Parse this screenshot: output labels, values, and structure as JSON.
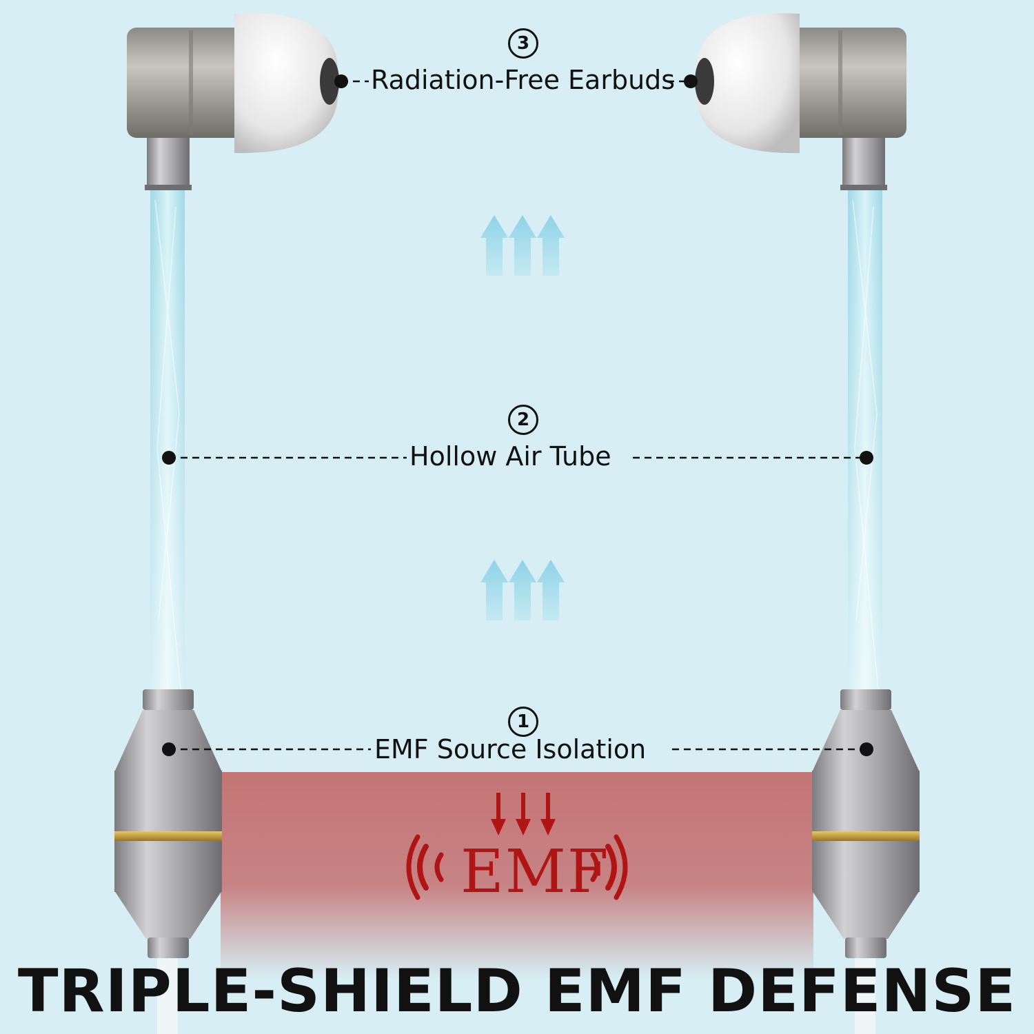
{
  "callouts": {
    "earbuds": {
      "number": "3",
      "label": "Radiation-Free Earbuds"
    },
    "tube": {
      "number": "2",
      "label": "Hollow Air Tube"
    },
    "isolation": {
      "number": "1",
      "label": "EMF Source Isolation"
    }
  },
  "emf_badge": {
    "text": "EMF"
  },
  "headline": "TRIPLE-SHIELD EMF DEFENSE",
  "colors": {
    "background": "#d6eef4",
    "tube": "#b9e3ee",
    "emf_zone": "#c47575",
    "emf_red": "#b01515",
    "metal": "#a8a8aa",
    "gold_band": "#c09a30"
  },
  "icons": [
    "earbud-icon",
    "airflow-arrow-icon",
    "emf-wave-icon",
    "down-arrow-icon"
  ]
}
